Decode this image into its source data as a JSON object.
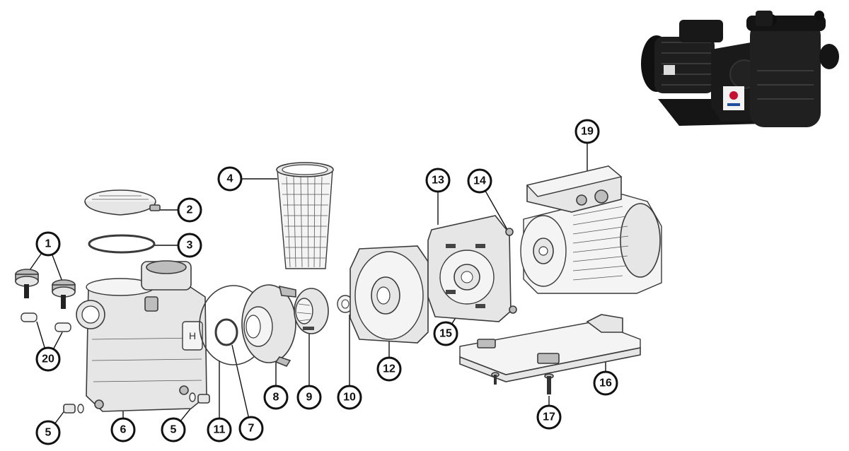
{
  "diagram": {
    "type": "exploded-parts-view",
    "callouts": [
      {
        "id": "c1",
        "label": "1"
      },
      {
        "id": "c2",
        "label": "2"
      },
      {
        "id": "c3",
        "label": "3"
      },
      {
        "id": "c4",
        "label": "4"
      },
      {
        "id": "c5a",
        "label": "5"
      },
      {
        "id": "c5b",
        "label": "5"
      },
      {
        "id": "c6",
        "label": "6"
      },
      {
        "id": "c7",
        "label": "7"
      },
      {
        "id": "c8",
        "label": "8"
      },
      {
        "id": "c9",
        "label": "9"
      },
      {
        "id": "c10",
        "label": "10"
      },
      {
        "id": "c11",
        "label": "11"
      },
      {
        "id": "c12",
        "label": "12"
      },
      {
        "id": "c13",
        "label": "13"
      },
      {
        "id": "c14",
        "label": "14"
      },
      {
        "id": "c15",
        "label": "15"
      },
      {
        "id": "c16",
        "label": "16"
      },
      {
        "id": "c17",
        "label": "17"
      },
      {
        "id": "c19",
        "label": "19"
      },
      {
        "id": "c20",
        "label": "20"
      }
    ],
    "colors": {
      "line": "#3a3a3a",
      "callout_stroke": "#111111",
      "photo_body": "#1e1e1e",
      "logo_red": "#c8102e",
      "logo_blue": "#1f4e9c"
    }
  }
}
